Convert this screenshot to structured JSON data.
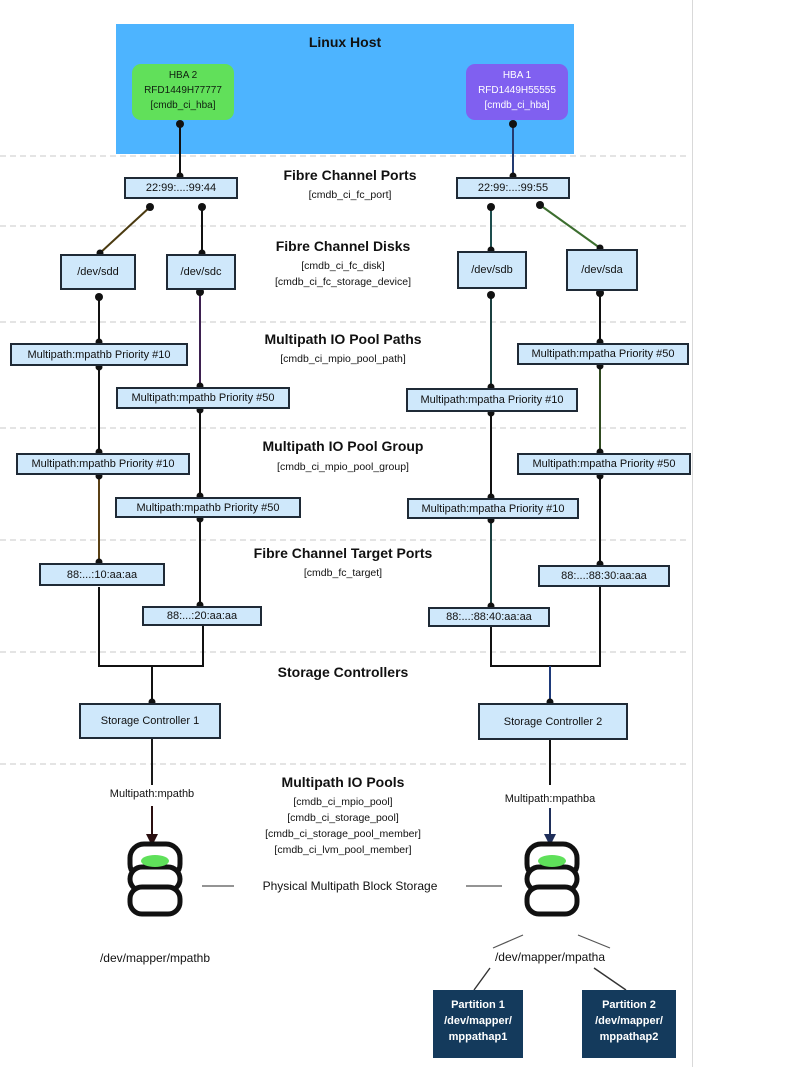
{
  "host": {
    "title": "Linux Host"
  },
  "hbas": [
    {
      "name": "HBA 2",
      "serial": "RFD1449H77777",
      "ci": "[cmdb_ci_hba]"
    },
    {
      "name": "HBA 1",
      "serial": "RFD1449H55555",
      "ci": "[cmdb_ci_hba]"
    }
  ],
  "layers": {
    "fc_ports": {
      "title": "Fibre Channel Ports",
      "ci": [
        "[cmdb_ci_fc_port]"
      ]
    },
    "fc_disks": {
      "title": "Fibre Channel Disks",
      "ci": [
        "[cmdb_ci_fc_disk]",
        "[cmdb_ci_fc_storage_device]"
      ]
    },
    "pool_paths": {
      "title": "Multipath IO Pool Paths",
      "ci": [
        "[cmdb_ci_mpio_pool_path]"
      ]
    },
    "pool_group": {
      "title": "Multipath IO Pool Group",
      "ci": [
        "[cmdb_ci_mpio_pool_group]"
      ]
    },
    "target_ports": {
      "title": "Fibre Channel Target Ports",
      "ci": [
        "[cmdb_fc_target]"
      ]
    },
    "controllers": {
      "title": "Storage Controllers",
      "ci": []
    },
    "pools": {
      "title": "Multipath IO Pools",
      "ci": [
        "[cmdb_ci_mpio_pool]",
        "[cmdb_ci_storage_pool]",
        "[cmdb_ci_storage_pool_member]",
        "[cmdb_ci_lvm_pool_member]"
      ]
    }
  },
  "fc_ports": [
    "22:99:...:99:44",
    "22:99:...:99:55"
  ],
  "disks": [
    "/dev/sdd",
    "/dev/sdc",
    "/dev/sdb",
    "/dev/sda"
  ],
  "paths": [
    "Multipath:mpathb Priority #10",
    "Multipath:mpathb Priority #50",
    "Multipath:mpatha Priority #10",
    "Multipath:mpatha Priority #50"
  ],
  "groups": [
    "Multipath:mpathb Priority #10",
    "Multipath:mpathb Priority #50",
    "Multipath:mpatha Priority #10",
    "Multipath:mpatha Priority #50"
  ],
  "targets": [
    "88:...:10:aa:aa",
    "88:...:20:aa:aa",
    "88:...:88:40:aa:aa",
    "88:...:88:30:aa:aa"
  ],
  "controllers": [
    "Storage Controller 1",
    "Storage Controller 2"
  ],
  "pool_labels": [
    "Multipath:mpathb",
    "Multipath:mpathba"
  ],
  "storage_label": "Physical Multipath Block Storage",
  "mappers": [
    "/dev/mapper/mpathb",
    "/dev/mapper/mpatha"
  ],
  "partitions": [
    {
      "name": "Partition 1",
      "path1": "/dev/mapper/",
      "path2": "mppathap1"
    },
    {
      "name": "Partition 2",
      "path1": "/dev/mapper/",
      "path2": "mppathap2"
    }
  ],
  "colors": {
    "host": "#4db4ff",
    "hba2": "#61e05a",
    "hba1": "#8060f0",
    "box": "#cfe8fb",
    "partition": "#143a5c",
    "db_top": "#5fe05a"
  }
}
